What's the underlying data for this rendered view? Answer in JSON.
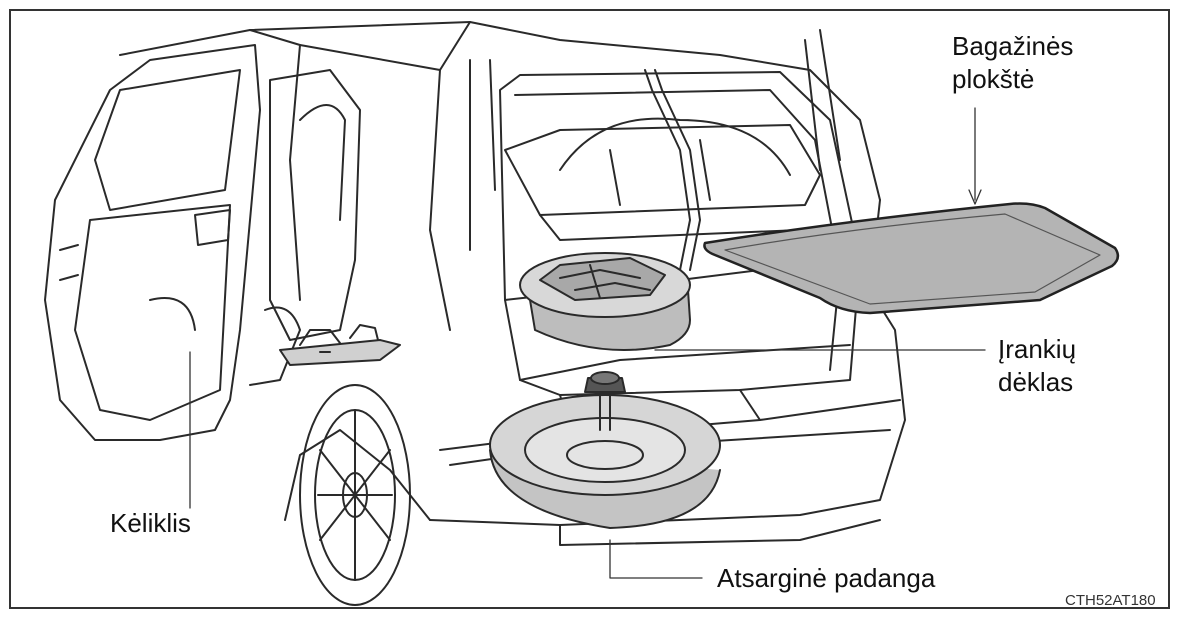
{
  "labels": {
    "cargo_board_line1": "Bagažinės",
    "cargo_board_line2": "plokštė",
    "tool_tray_line1": "Įrankių",
    "tool_tray_line2": "dėklas",
    "jack": "Kėliklis",
    "spare_tire": "Atsarginė padanga"
  },
  "figure_code": "CTH52AT180",
  "colors": {
    "line": "#2a2a2a",
    "board_fill": "#b4b4b4",
    "tray_fill": "#bdbdbd",
    "tire_fill": "#c4c4c4",
    "frame": "#333333"
  }
}
